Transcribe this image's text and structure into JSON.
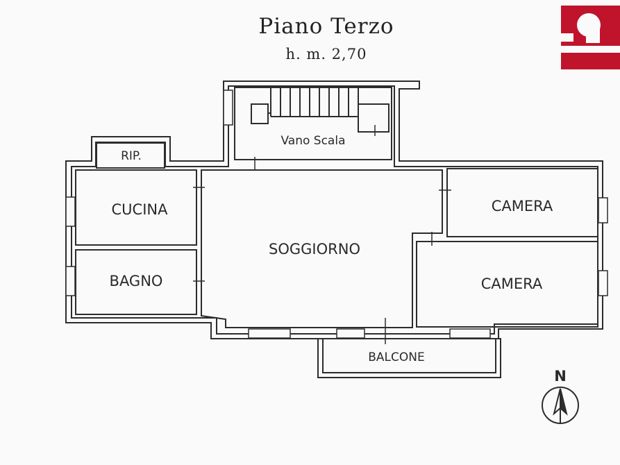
{
  "header": {
    "title": "Piano Terzo",
    "height_label": "h. m. 2,70"
  },
  "rooms": {
    "vano_scala": "Vano Scala",
    "rip": "RIP.",
    "cucina": "CUCINA",
    "bagno": "BAGNO",
    "soggiorno": "SOGGIORNO",
    "camera_1": "CAMERA",
    "camera_2": "CAMERA",
    "balcone": "BALCONE"
  },
  "compass": {
    "label": "N"
  },
  "colors": {
    "logo": "#c0142c",
    "wall": "#2c2c2c",
    "background": "#fafafa"
  },
  "logo": {
    "icon": "red-g-brand-mark"
  }
}
